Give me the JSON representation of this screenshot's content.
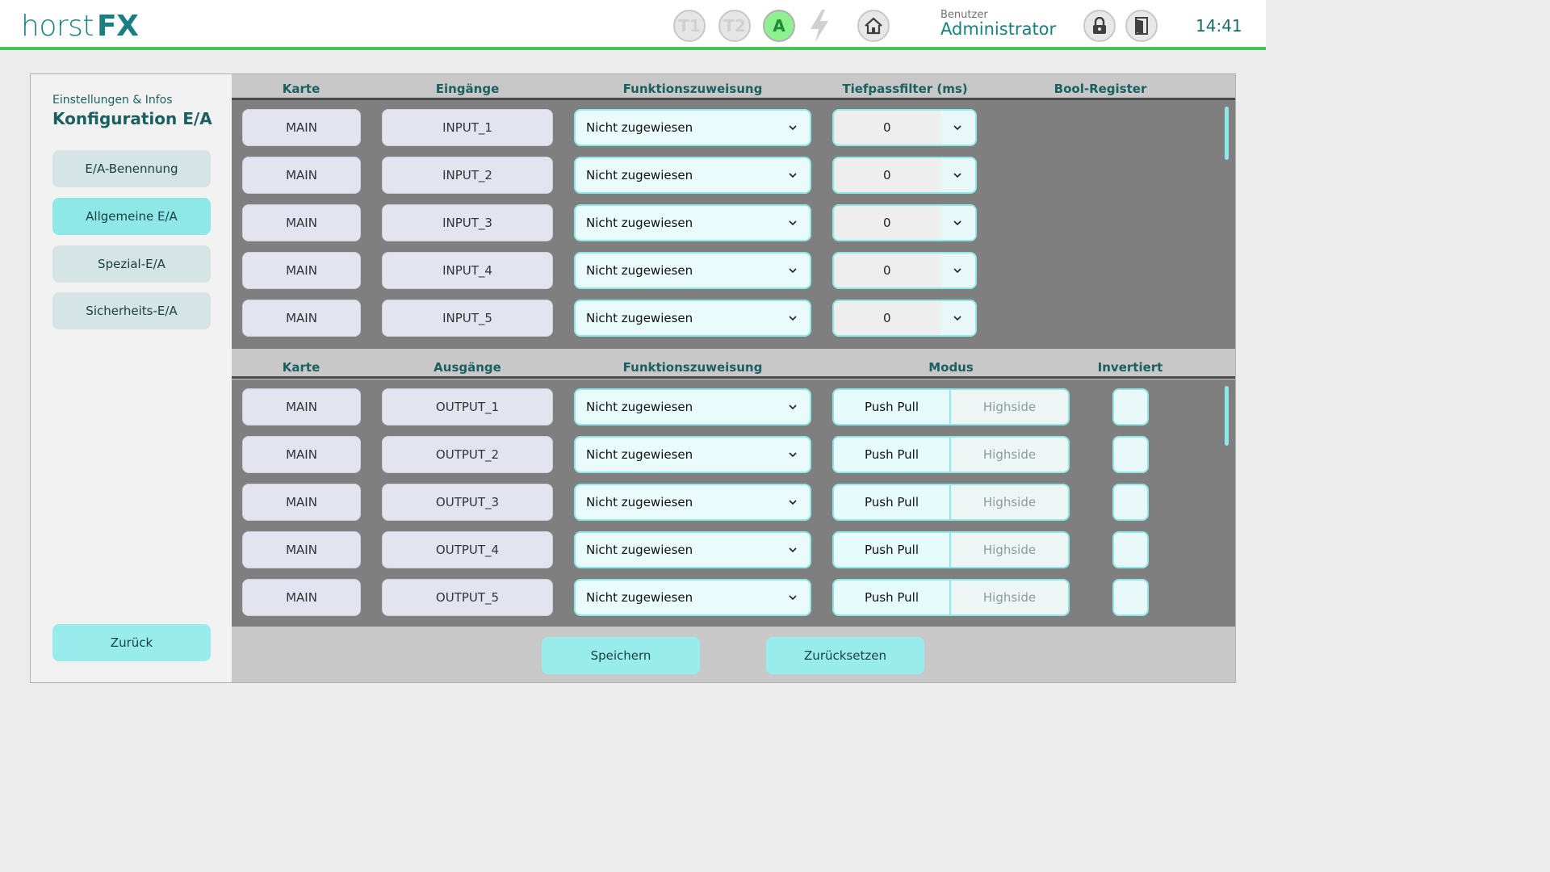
{
  "header": {
    "logo_light": "horst",
    "logo_bold": "FX",
    "buttons": {
      "t1": "T1",
      "t2": "T2",
      "a": "A"
    },
    "user_label": "Benutzer",
    "user_name": "Administrator",
    "clock": "14:41"
  },
  "sidebar": {
    "subtitle": "Einstellungen & Infos",
    "title": "Konfiguration E/A",
    "items": [
      {
        "label": "E/A-Benennung",
        "active": false
      },
      {
        "label": "Allgemeine E/A",
        "active": true
      },
      {
        "label": "Spezial-E/A",
        "active": false
      },
      {
        "label": "Sicherheits-E/A",
        "active": false
      }
    ],
    "back": "Zurück"
  },
  "inputs": {
    "headers": {
      "card": "Karte",
      "io": "Eingänge",
      "func": "Funktionszuweisung",
      "filter": "Tiefpassfilter (ms)",
      "bool": "Bool-Register"
    },
    "rows": [
      {
        "card": "MAIN",
        "name": "INPUT_1",
        "func": "Nicht zugewiesen",
        "filter": "0"
      },
      {
        "card": "MAIN",
        "name": "INPUT_2",
        "func": "Nicht zugewiesen",
        "filter": "0"
      },
      {
        "card": "MAIN",
        "name": "INPUT_3",
        "func": "Nicht zugewiesen",
        "filter": "0"
      },
      {
        "card": "MAIN",
        "name": "INPUT_4",
        "func": "Nicht zugewiesen",
        "filter": "0"
      },
      {
        "card": "MAIN",
        "name": "INPUT_5",
        "func": "Nicht zugewiesen",
        "filter": "0"
      }
    ]
  },
  "outputs": {
    "headers": {
      "card": "Karte",
      "io": "Ausgänge",
      "func": "Funktionszuweisung",
      "mode": "Modus",
      "inverted": "Invertiert"
    },
    "rows": [
      {
        "card": "MAIN",
        "name": "OUTPUT_1",
        "func": "Nicht zugewiesen",
        "mode_a": "Push Pull",
        "mode_b": "Highside"
      },
      {
        "card": "MAIN",
        "name": "OUTPUT_2",
        "func": "Nicht zugewiesen",
        "mode_a": "Push Pull",
        "mode_b": "Highside"
      },
      {
        "card": "MAIN",
        "name": "OUTPUT_3",
        "func": "Nicht zugewiesen",
        "mode_a": "Push Pull",
        "mode_b": "Highside"
      },
      {
        "card": "MAIN",
        "name": "OUTPUT_4",
        "func": "Nicht zugewiesen",
        "mode_a": "Push Pull",
        "mode_b": "Highside"
      },
      {
        "card": "MAIN",
        "name": "OUTPUT_5",
        "func": "Nicht zugewiesen",
        "mode_a": "Push Pull",
        "mode_b": "Highside"
      }
    ]
  },
  "actions": {
    "save": "Speichern",
    "reset": "Zurücksetzen"
  },
  "colors": {
    "accent": "#8ee8e8",
    "brand": "#1a7f80",
    "status_bar": "#4cc15a"
  },
  "icons": [
    "home-icon",
    "lock-icon",
    "exit-icon",
    "lightning-icon",
    "chevron-down-icon"
  ]
}
